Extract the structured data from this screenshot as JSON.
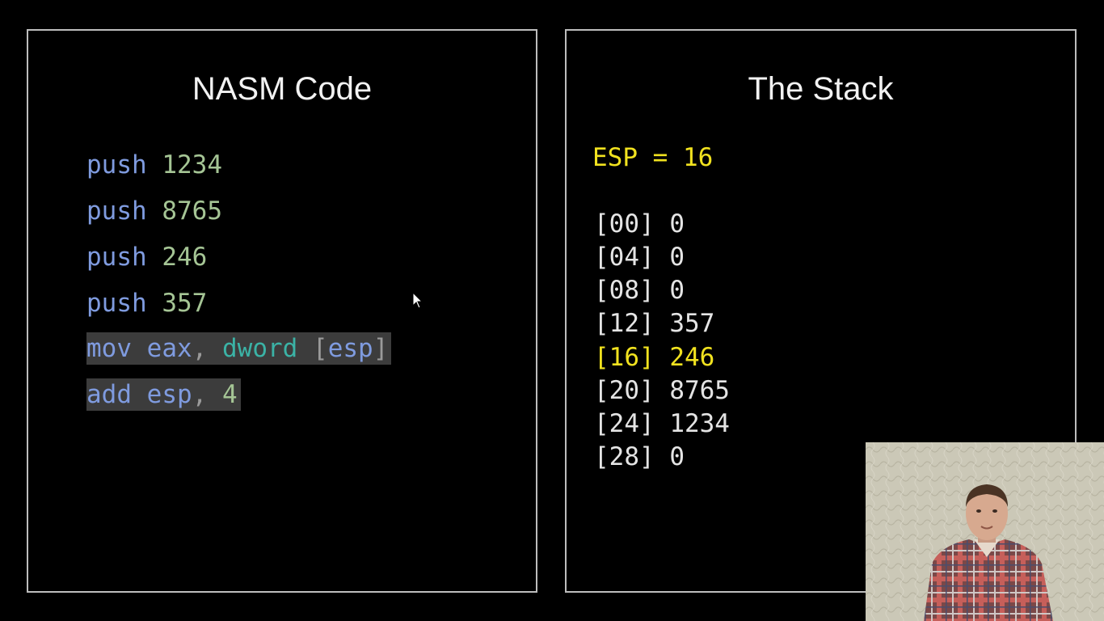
{
  "code_panel": {
    "title": "NASM Code",
    "lines": [
      {
        "op": "push",
        "arg": "1234",
        "highlighted": false
      },
      {
        "op": "push",
        "arg": "8765",
        "highlighted": false
      },
      {
        "op": "push",
        "arg": "246",
        "highlighted": false
      },
      {
        "op": "push",
        "arg": "357",
        "highlighted": false
      },
      {
        "op": "mov",
        "dest": "eax",
        "comma": ",",
        "size": "dword",
        "open_bracket": "[",
        "src": "esp",
        "close_bracket": "]",
        "highlighted": true
      },
      {
        "op": "add",
        "dest": "esp",
        "comma": ",",
        "arg": "4",
        "highlighted": true
      }
    ]
  },
  "stack_panel": {
    "title": "The Stack",
    "esp_label": "ESP = 16",
    "rows": [
      {
        "text": "[00] 0",
        "active": false
      },
      {
        "text": "[04] 0",
        "active": false
      },
      {
        "text": "[08] 0",
        "active": false
      },
      {
        "text": "[12] 357",
        "active": false
      },
      {
        "text": "[16] 246",
        "active": true
      },
      {
        "text": "[20] 8765",
        "active": false
      },
      {
        "text": "[24] 1234",
        "active": false
      },
      {
        "text": "[28] 0",
        "active": false
      }
    ]
  },
  "colors": {
    "background": "#000000",
    "border": "#bdbdbd",
    "keyword": "#7f9bdf",
    "number": "#a5c595",
    "size_keyword": "#3bb3a6",
    "highlight": "#3c3c3c",
    "esp_yellow": "#f1e21f",
    "stack_text": "#e4e4e4"
  },
  "icons": {
    "cursor": "mouse-pointer-icon",
    "webcam": "presenter-webcam-video"
  }
}
